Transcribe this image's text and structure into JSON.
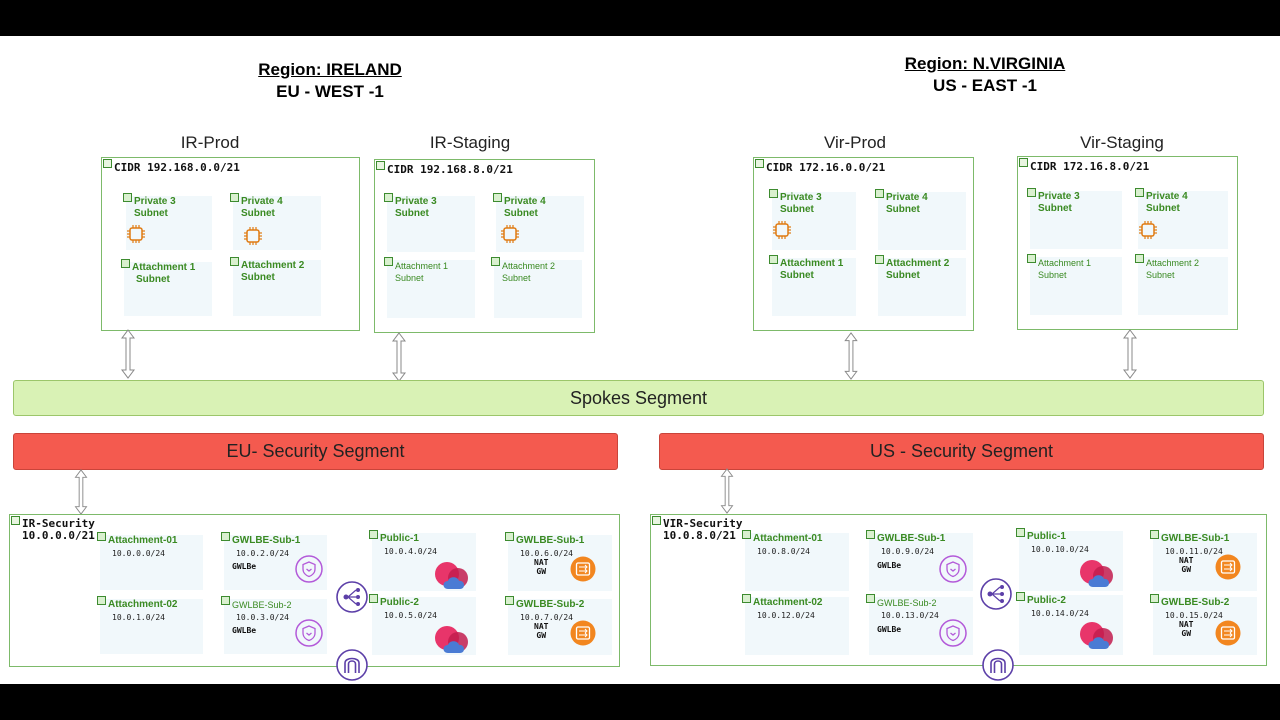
{
  "regions": {
    "ireland": {
      "line1": "Region: IRELAND",
      "line2": "EU - WEST -1"
    },
    "virginia": {
      "line1": "Region: N.VIRGINIA",
      "line2": "US - EAST -1"
    }
  },
  "vpcs": {
    "ir_prod": {
      "name": "IR-Prod",
      "cidr": "CIDR 192.168.0.0/21",
      "subnets": [
        "Private 3",
        "Subnet",
        "Private 4",
        "Subnet",
        "Attachment 1",
        "Subnet",
        "Attachment 2",
        "Subnet"
      ]
    },
    "ir_staging": {
      "name": "IR-Staging",
      "cidr": "CIDR 192.168.8.0/21",
      "subnets": [
        "Private 3",
        "Subnet",
        "Private 4",
        "Subnet",
        "Attachment 1",
        "Subnet",
        "Attachment 2",
        "Subnet"
      ]
    },
    "vir_prod": {
      "name": "Vir-Prod",
      "cidr": "CIDR 172.16.0.0/21",
      "subnets": [
        "Private 3",
        "Subnet",
        "Private 4",
        "Subnet",
        "Attachment 1",
        "Subnet",
        "Attachment 2",
        "Subnet"
      ]
    },
    "vir_staging": {
      "name": "Vir-Staging",
      "cidr": "CIDR 172.16.8.0/21",
      "subnets": [
        "Private 3",
        "Subnet",
        "Private 4",
        "Subnet",
        "Attachment 1",
        "Subnet",
        "Attachment 2",
        "Subnet"
      ]
    }
  },
  "segments": {
    "spokes": "Spokes Segment",
    "eu_security": "EU- Security  Segment",
    "us_security": "US - Security  Segment"
  },
  "security": {
    "ir": {
      "name": "IR-Security",
      "cidr": "10.0.0.0/21",
      "att01": {
        "label": "Attachment-01",
        "cidr": "10.0.0.0/24"
      },
      "att02": {
        "label": "Attachment-02",
        "cidr": "10.0.1.0/24"
      },
      "gw1": {
        "label": "GWLBE-Sub-1",
        "cidr": "10.0.2.0/24",
        "note": "GWLBe"
      },
      "gw2": {
        "label": "GWLBE-Sub-2",
        "cidr": "10.0.3.0/24",
        "note": "GWLBe"
      },
      "pub1": {
        "label": "Public-1",
        "cidr": "10.0.4.0/24"
      },
      "pub2": {
        "label": "Public-2",
        "cidr": "10.0.5.0/24"
      },
      "nat1": {
        "label": "GWLBE-Sub-1",
        "cidr": "10.0.6.0/24",
        "note1": "NAT",
        "note2": "GW"
      },
      "nat2": {
        "label": "GWLBE-Sub-2",
        "cidr": "10.0.7.0/24",
        "note1": "NAT",
        "note2": "GW"
      }
    },
    "vir": {
      "name": "VIR-Security",
      "cidr": "10.0.8.0/21",
      "att01": {
        "label": "Attachment-01",
        "cidr": "10.0.8.0/24"
      },
      "att02": {
        "label": "Attachment-02",
        "cidr": "10.0.12.0/24"
      },
      "gw1": {
        "label": "GWLBE-Sub-1",
        "cidr": "10.0.9.0/24",
        "note": "GWLBe"
      },
      "gw2": {
        "label": "GWLBE-Sub-2",
        "cidr": "10.0.13.0/24",
        "note": "GWLBe"
      },
      "pub1": {
        "label": "Public-1",
        "cidr": "10.0.10.0/24"
      },
      "pub2": {
        "label": "Public-2",
        "cidr": "10.0.14.0/24"
      },
      "nat1": {
        "label": "GWLBE-Sub-1",
        "cidr": "10.0.11.0/24",
        "note1": "NAT",
        "note2": "GW"
      },
      "nat2": {
        "label": "GWLBE-Sub-2",
        "cidr": "10.0.15.0/24",
        "note1": "NAT",
        "note2": "GW"
      }
    }
  },
  "colors": {
    "spokes": "#d9f2b5",
    "security": "#f45a4f",
    "subnet_label": "#3a8a22",
    "chip": "#e07b12",
    "gwlb": "#b35ad9",
    "nat": "#f2861f",
    "tgw": "#5c3fa8"
  }
}
